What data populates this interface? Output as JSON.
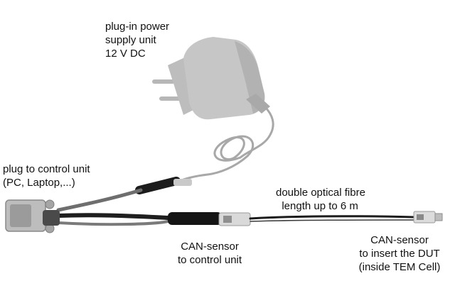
{
  "labels": {
    "power_supply": "plug-in power\nsupply unit\n12 V DC",
    "plug_to_control": "plug to control unit\n(PC, Laptop,...)",
    "optical_fibre": "double optical fibre\n  length up to 6 m",
    "can_sensor_control": "CAN-sensor\nto control unit",
    "can_sensor_dut": "CAN-sensor\nto insert the DUT\n(inside TEM Cell)"
  },
  "colors": {
    "background": "#ffffff",
    "power_supply_body": "#c4c4c4",
    "cable_dark": "#1e1e1e",
    "cable_grey": "#6a6a6a"
  }
}
